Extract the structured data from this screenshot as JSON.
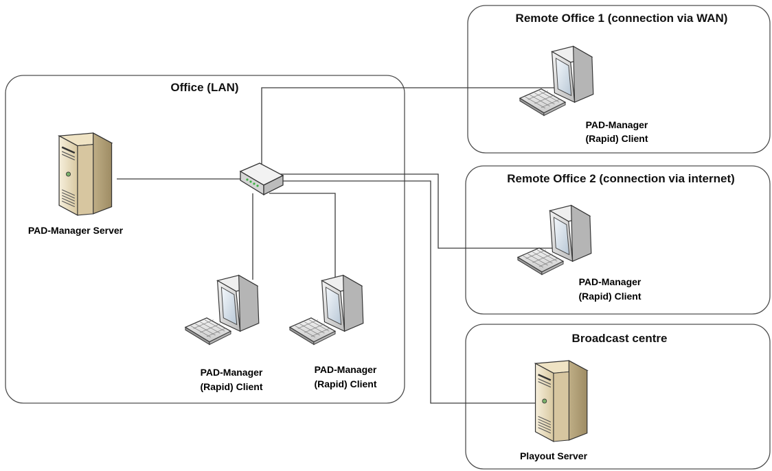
{
  "zones": {
    "office": {
      "title": "Office (LAN)"
    },
    "remote1": {
      "title": "Remote Office 1 (connection via WAN)"
    },
    "remote2": {
      "title": "Remote Office 2 (connection via internet)"
    },
    "broadcast": {
      "title": "Broadcast centre"
    }
  },
  "devices": {
    "pad_server": {
      "icon": "server-tower-icon",
      "label": "PAD-Manager Server"
    },
    "router": {
      "icon": "network-switch-icon"
    },
    "office_client_1": {
      "icon": "desktop-computer-icon",
      "label_line1": "PAD-Manager",
      "label_line2": "(Rapid) Client"
    },
    "office_client_2": {
      "icon": "desktop-computer-icon",
      "label_line1": "PAD-Manager",
      "label_line2": "(Rapid) Client"
    },
    "remote1_client": {
      "icon": "desktop-computer-icon",
      "label_line1": "PAD-Manager",
      "label_line2": "(Rapid) Client"
    },
    "remote2_client": {
      "icon": "desktop-computer-icon",
      "label_line1": "PAD-Manager",
      "label_line2": "(Rapid) Client"
    },
    "playout_server": {
      "icon": "server-tower-icon",
      "label": "Playout Server"
    }
  },
  "colors": {
    "zone_border": "#4d4d4d",
    "link": "#3a3a3a",
    "server_body": "#e9dcc0",
    "monitor_body": "#d8d8d8",
    "screen": "#dce6f0"
  }
}
